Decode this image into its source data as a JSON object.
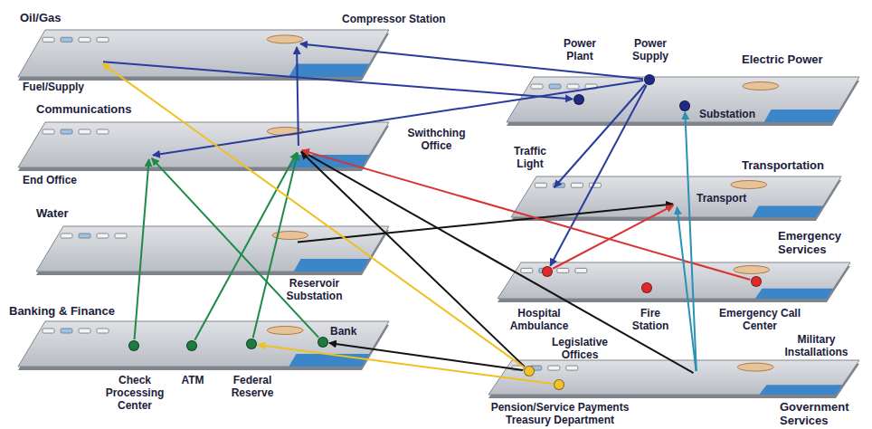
{
  "diagram": {
    "nodes": [
      {
        "text": [
          "Oil/Gas"
        ]
      },
      {
        "text": [
          "Fuel/Supply"
        ],
        "in": 0
      },
      {
        "text": [
          "Compressor Station"
        ],
        "in": 0
      },
      {
        "text": [
          "Electric Power"
        ]
      },
      {
        "text": [
          "Power Plant"
        ],
        "in": 3
      },
      {
        "text": [
          "Power Supply"
        ],
        "in": 3
      },
      {
        "text": [
          "Substation"
        ],
        "in": 3
      },
      {
        "text": [
          "Communications"
        ]
      },
      {
        "text": [
          "End Office"
        ],
        "in": 7
      },
      {
        "text": [
          "Swithching Office"
        ],
        "in": 7
      },
      {
        "text": [
          "Transportation"
        ]
      },
      {
        "text": [
          "Traffic Light"
        ],
        "in": 10
      },
      {
        "text": [
          "Transport"
        ],
        "in": 10
      },
      {
        "text": [
          "Water"
        ]
      },
      {
        "text": [
          "Reservoir Substation"
        ],
        "in": 13
      },
      {
        "text": [
          "Emergency Services"
        ]
      },
      {
        "text": [
          "Hospital Ambulance"
        ],
        "in": 15
      },
      {
        "text": [
          "Fire Station"
        ],
        "in": 15
      },
      {
        "text": [
          "Emergency Call Center"
        ],
        "in": 15
      },
      {
        "text": [
          "Banking & Finance"
        ]
      },
      {
        "text": [
          "Check Processing Center"
        ],
        "in": 19
      },
      {
        "text": [
          "ATM"
        ],
        "in": 19
      },
      {
        "text": [
          "Federal Reserve"
        ],
        "in": 19
      },
      {
        "text": [
          "Bank"
        ],
        "in": 19
      },
      {
        "text": [
          "Government Services"
        ]
      },
      {
        "text": [
          "Legislative Offices"
        ],
        "in": 24
      },
      {
        "text": [
          "Military Installations"
        ],
        "in": 24
      },
      {
        "text": [
          "Pension/Service Payments Treasury Department"
        ],
        "in": 24
      }
    ],
    "edges": [
      {
        "from": 1,
        "to": 4,
        "arrow": "to"
      },
      {
        "from": 5,
        "to": 2,
        "arrow": "to"
      },
      {
        "from": 9,
        "to": 2,
        "arrow": "to"
      },
      {
        "from": 5,
        "to": 8,
        "arrow": "to"
      },
      {
        "from": 5,
        "to": 11,
        "arrow": "to"
      },
      {
        "from": 5,
        "to": 16,
        "arrow": "to"
      },
      {
        "from": 20,
        "to": 8,
        "arrow": "to"
      },
      {
        "from": 23,
        "to": 8,
        "arrow": "to"
      },
      {
        "from": 21,
        "to": 9,
        "arrow": "to"
      },
      {
        "from": 22,
        "to": 9,
        "arrow": "to"
      },
      {
        "from": 14,
        "to": 12,
        "arrow": "to"
      },
      {
        "from": 25,
        "to": 9,
        "arrow": "to"
      },
      {
        "from": 26,
        "to": 9,
        "arrow": "to"
      },
      {
        "from": 18,
        "to": 9,
        "arrow": "to"
      },
      {
        "from": 16,
        "to": 12,
        "arrow": "to"
      },
      {
        "from": 25,
        "to": 1,
        "arrow": "to"
      },
      {
        "from": 27,
        "to": 22,
        "arrow": "to"
      },
      {
        "from": 25,
        "to": 23,
        "arrow": "to"
      },
      {
        "from": 26,
        "to": 6,
        "arrow": "to"
      },
      {
        "from": 26,
        "to": 12,
        "arrow": "to"
      }
    ]
  }
}
